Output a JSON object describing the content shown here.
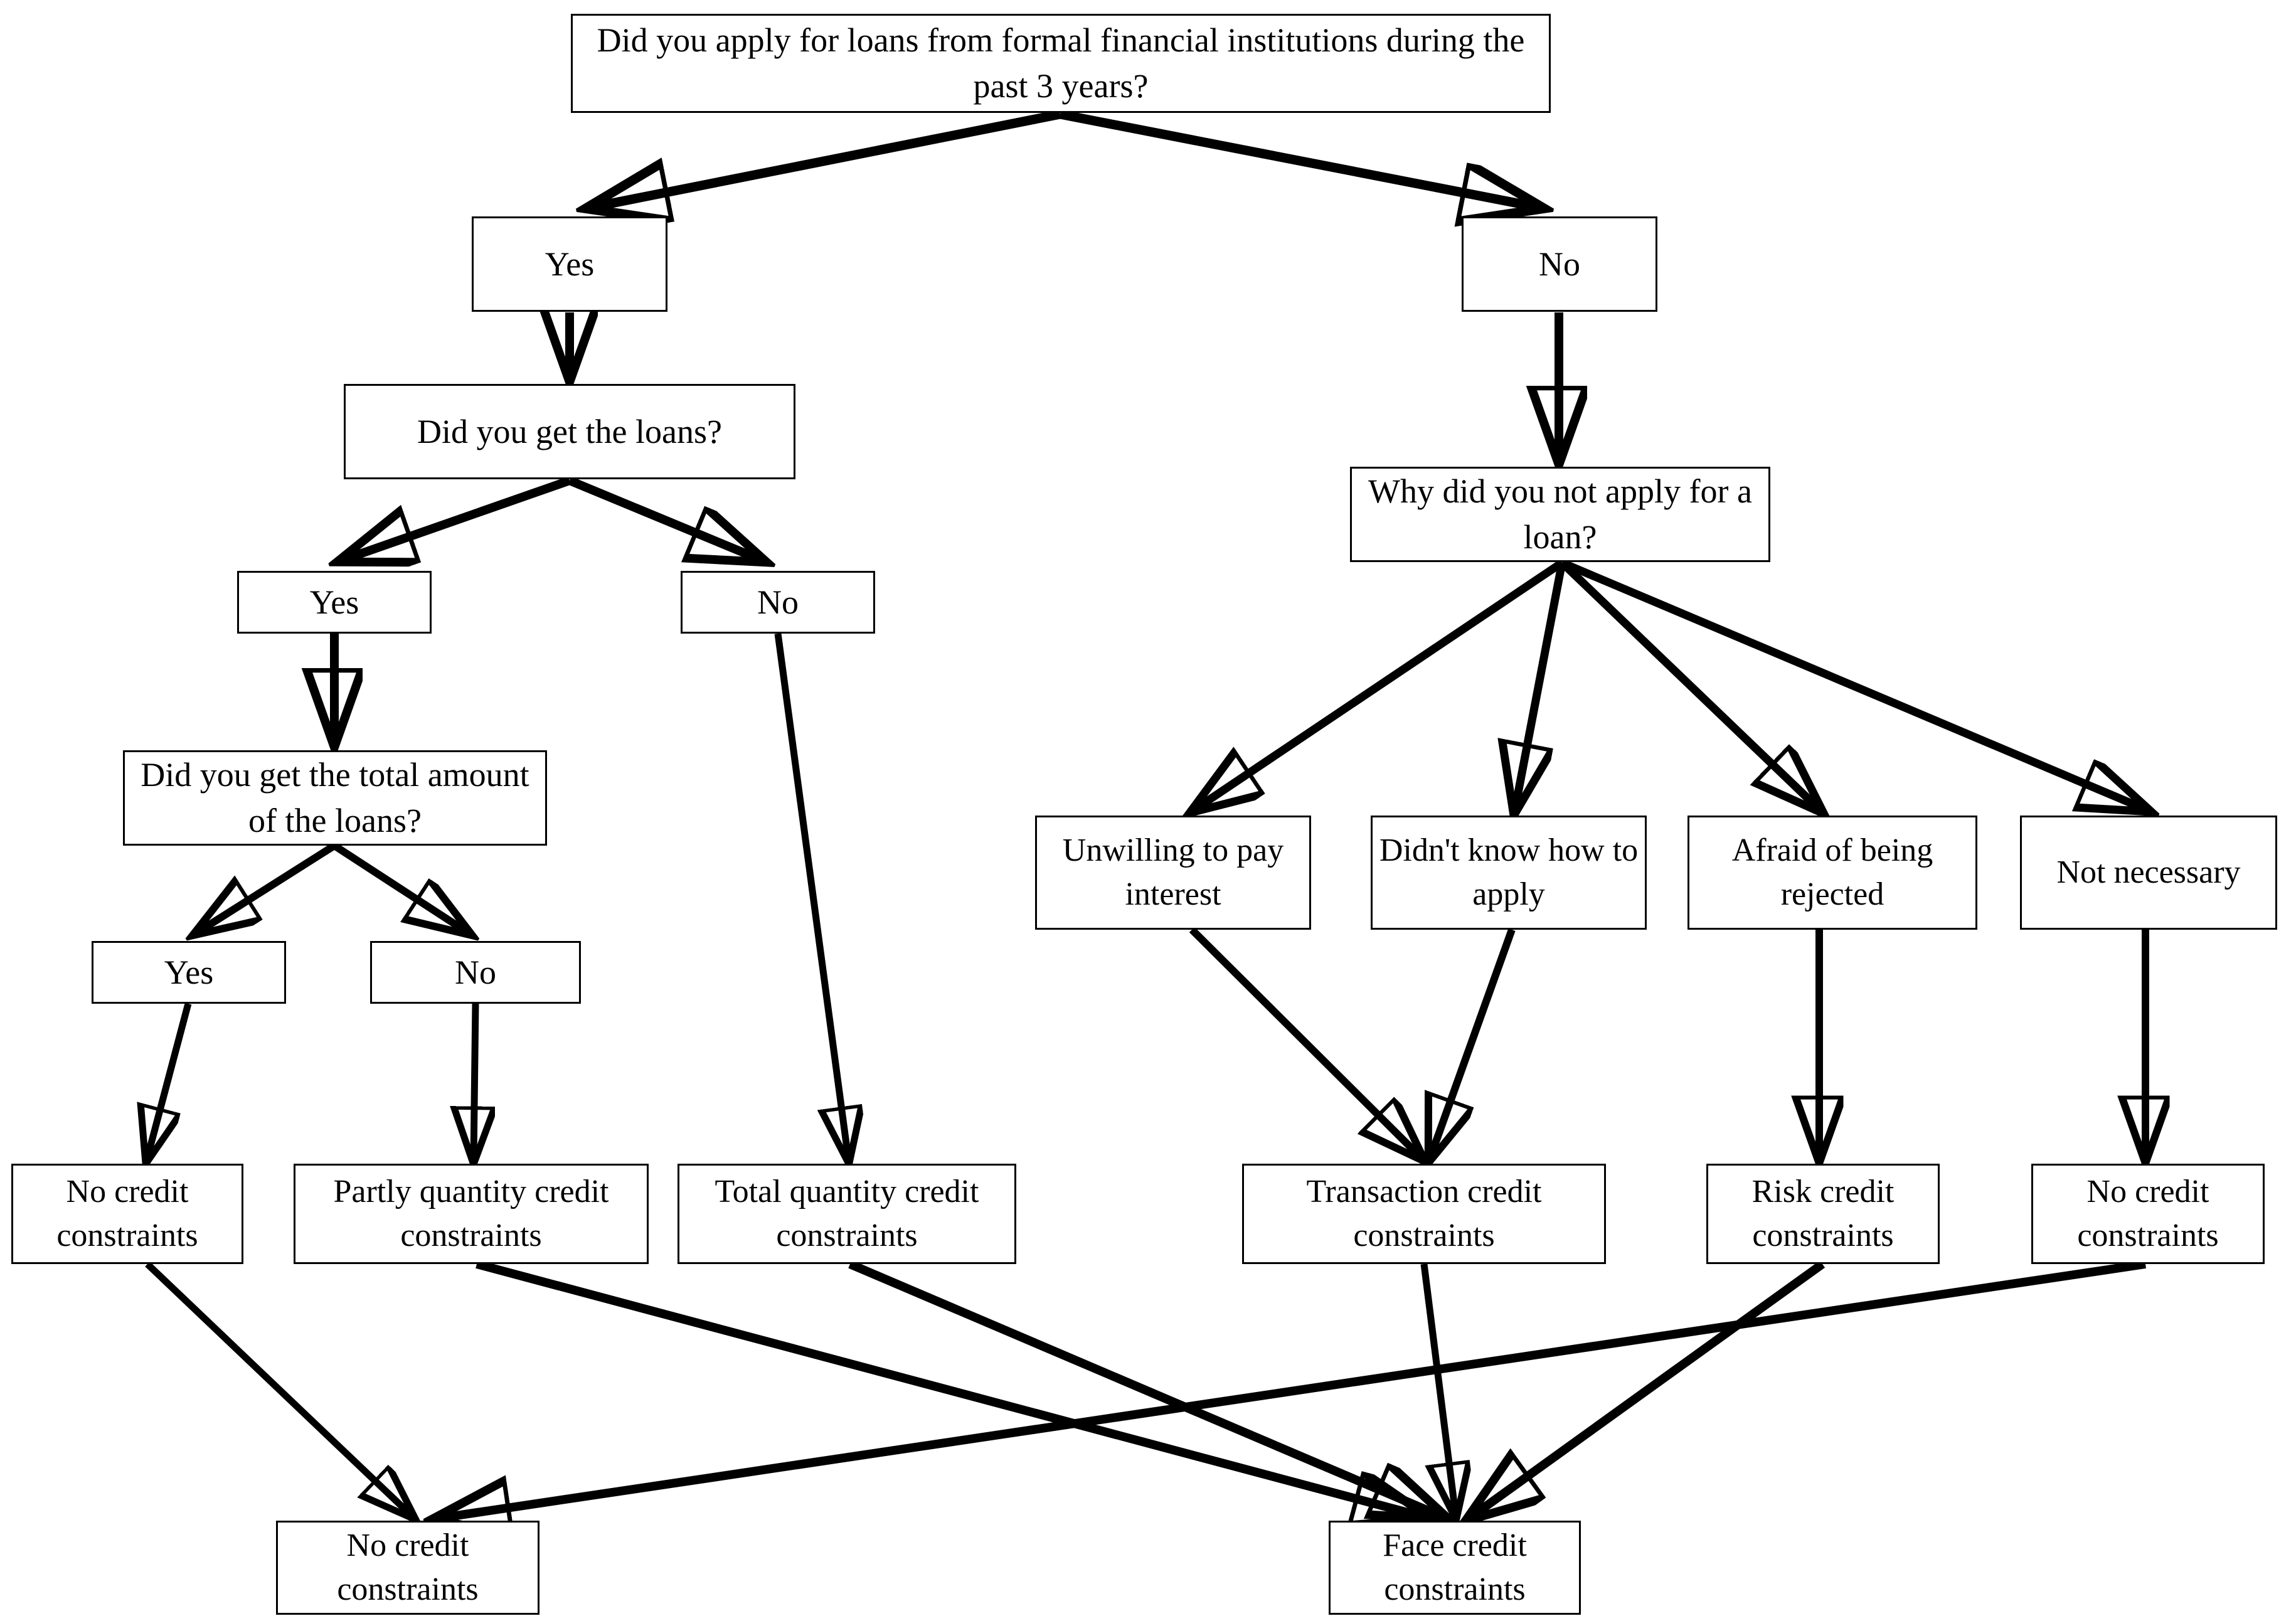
{
  "diagram": {
    "title": "Credit constraint identification flowchart",
    "type": "flowchart",
    "background_color": "#ffffff",
    "line_color": "#000000",
    "box_border_color": "#000000",
    "nodes": {
      "root": "Did you apply for loans from formal financial institutions during the past 3 years?",
      "applied_yes": "Yes",
      "applied_no": "No",
      "got_loans_q": "Did you get the loans?",
      "why_not_apply_q": "Why did you not apply for a loan?",
      "got_loans_yes": "Yes",
      "got_loans_no": "No",
      "total_amount_q": "Did you get the total amount of the loans?",
      "total_yes": "Yes",
      "total_no": "No",
      "reason_unwilling": "Unwilling to pay interest",
      "reason_didnt_know": "Didn't know how to apply",
      "reason_afraid": "Afraid of being rejected",
      "reason_not_necessary": "Not necessary",
      "out_no_credit_1": "No credit constraints",
      "out_partly_quantity": "Partly quantity credit constraints",
      "out_total_quantity": "Total quantity credit constraints",
      "out_transaction": "Transaction credit constraints",
      "out_risk": "Risk credit constraints",
      "out_no_credit_2": "No credit constraints",
      "final_no_credit": "No credit constraints",
      "final_face_credit": "Face credit constraints"
    },
    "edges": [
      {
        "from": "root",
        "to": "applied_yes"
      },
      {
        "from": "root",
        "to": "applied_no"
      },
      {
        "from": "applied_yes",
        "to": "got_loans_q"
      },
      {
        "from": "applied_no",
        "to": "why_not_apply_q"
      },
      {
        "from": "got_loans_q",
        "to": "got_loans_yes"
      },
      {
        "from": "got_loans_q",
        "to": "got_loans_no"
      },
      {
        "from": "got_loans_yes",
        "to": "total_amount_q"
      },
      {
        "from": "got_loans_no",
        "to": "out_total_quantity"
      },
      {
        "from": "total_amount_q",
        "to": "total_yes"
      },
      {
        "from": "total_amount_q",
        "to": "total_no"
      },
      {
        "from": "total_yes",
        "to": "out_no_credit_1"
      },
      {
        "from": "total_no",
        "to": "out_partly_quantity"
      },
      {
        "from": "why_not_apply_q",
        "to": "reason_unwilling"
      },
      {
        "from": "why_not_apply_q",
        "to": "reason_didnt_know"
      },
      {
        "from": "why_not_apply_q",
        "to": "reason_afraid"
      },
      {
        "from": "why_not_apply_q",
        "to": "reason_not_necessary"
      },
      {
        "from": "reason_unwilling",
        "to": "out_transaction"
      },
      {
        "from": "reason_didnt_know",
        "to": "out_transaction"
      },
      {
        "from": "reason_afraid",
        "to": "out_risk"
      },
      {
        "from": "reason_not_necessary",
        "to": "out_no_credit_2"
      },
      {
        "from": "out_no_credit_1",
        "to": "final_no_credit"
      },
      {
        "from": "out_no_credit_2",
        "to": "final_no_credit"
      },
      {
        "from": "out_partly_quantity",
        "to": "final_face_credit"
      },
      {
        "from": "out_total_quantity",
        "to": "final_face_credit"
      },
      {
        "from": "out_transaction",
        "to": "final_face_credit"
      },
      {
        "from": "out_risk",
        "to": "final_face_credit"
      }
    ]
  }
}
